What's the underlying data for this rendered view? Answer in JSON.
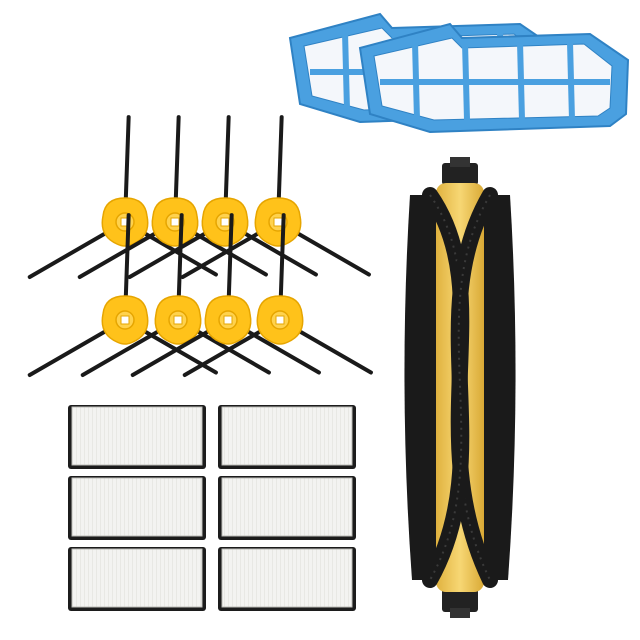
{
  "scene": {
    "background": "#ffffff",
    "colors": {
      "blue_frame": "#4aa0e0",
      "blue_frame_dark": "#2f82c4",
      "mesh_white": "#f4f7fb",
      "hub_yellow": "#ffc21a",
      "hub_yellow_dark": "#e6a500",
      "bristle_black": "#1a1a1a",
      "roller_yellow": "#f2c95a",
      "hepa_white": "#f2f2f0",
      "hepa_frame": "#1c1c1c"
    },
    "items": [
      {
        "kind": "primary-filter",
        "count": 2
      },
      {
        "kind": "side-brush",
        "count": 8
      },
      {
        "kind": "hepa-filter",
        "count": 6
      },
      {
        "kind": "main-roller-brush",
        "count": 1
      }
    ]
  }
}
